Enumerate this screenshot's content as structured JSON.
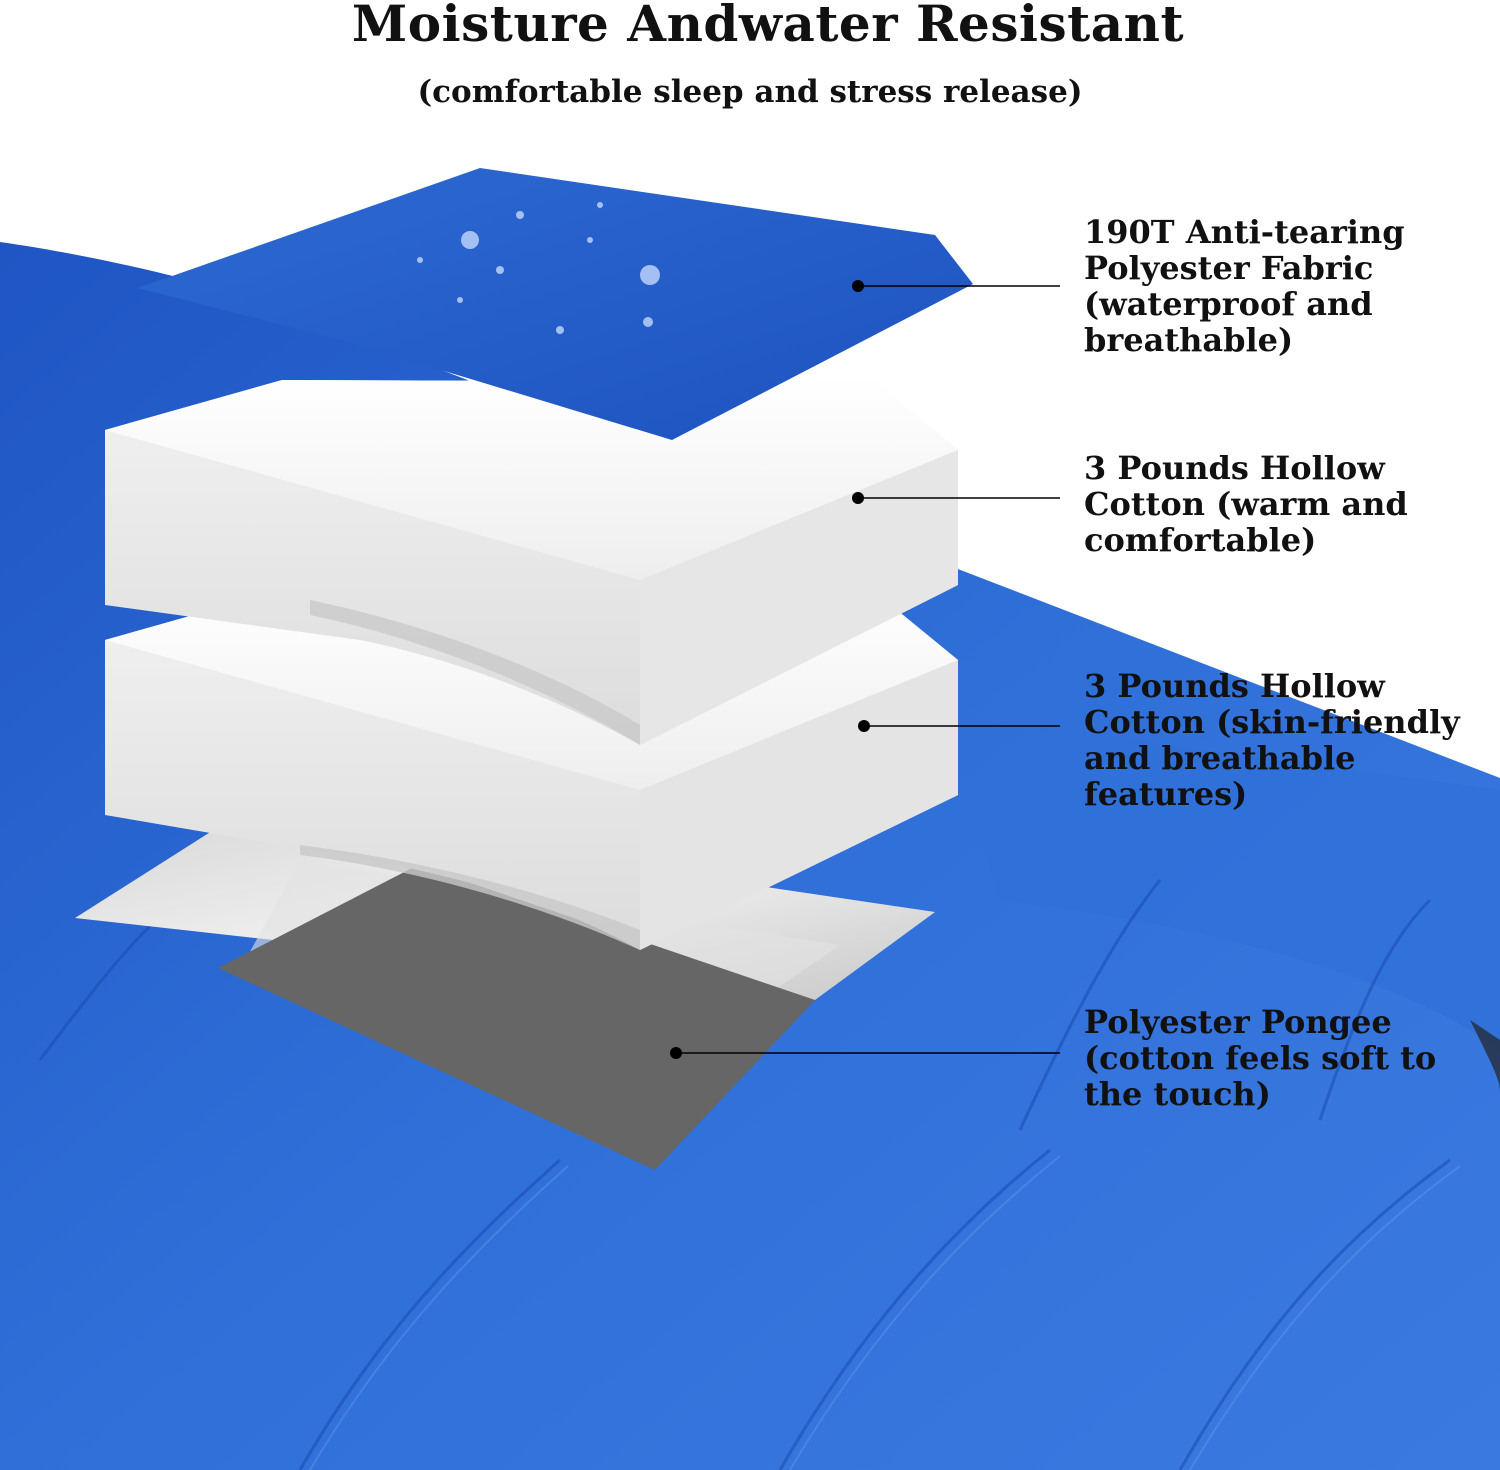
{
  "header": {
    "title": "Moisture Andwater Resistant",
    "subtitle": "(comfortable sleep and stress release)"
  },
  "layers": [
    {
      "label": "190T Anti-tearing\nPolyester Fabric\n(waterproof and\nbreathable)"
    },
    {
      "label": "3 Pounds Hollow\nCotton (warm and\ncomfortable)"
    },
    {
      "label": "3 Pounds Hollow\nCotton (skin-friendly\nand breathable\nfeatures)"
    },
    {
      "label": "Polyester Pongee\n(cotton feels soft to\nthe touch)"
    }
  ],
  "colors": {
    "fabric_blue": "#2f6fd8",
    "fabric_blue_dark": "#1f56bd",
    "pongee_grey": "#666666",
    "filling_white": "#f6f6f6",
    "text": "#111111"
  }
}
